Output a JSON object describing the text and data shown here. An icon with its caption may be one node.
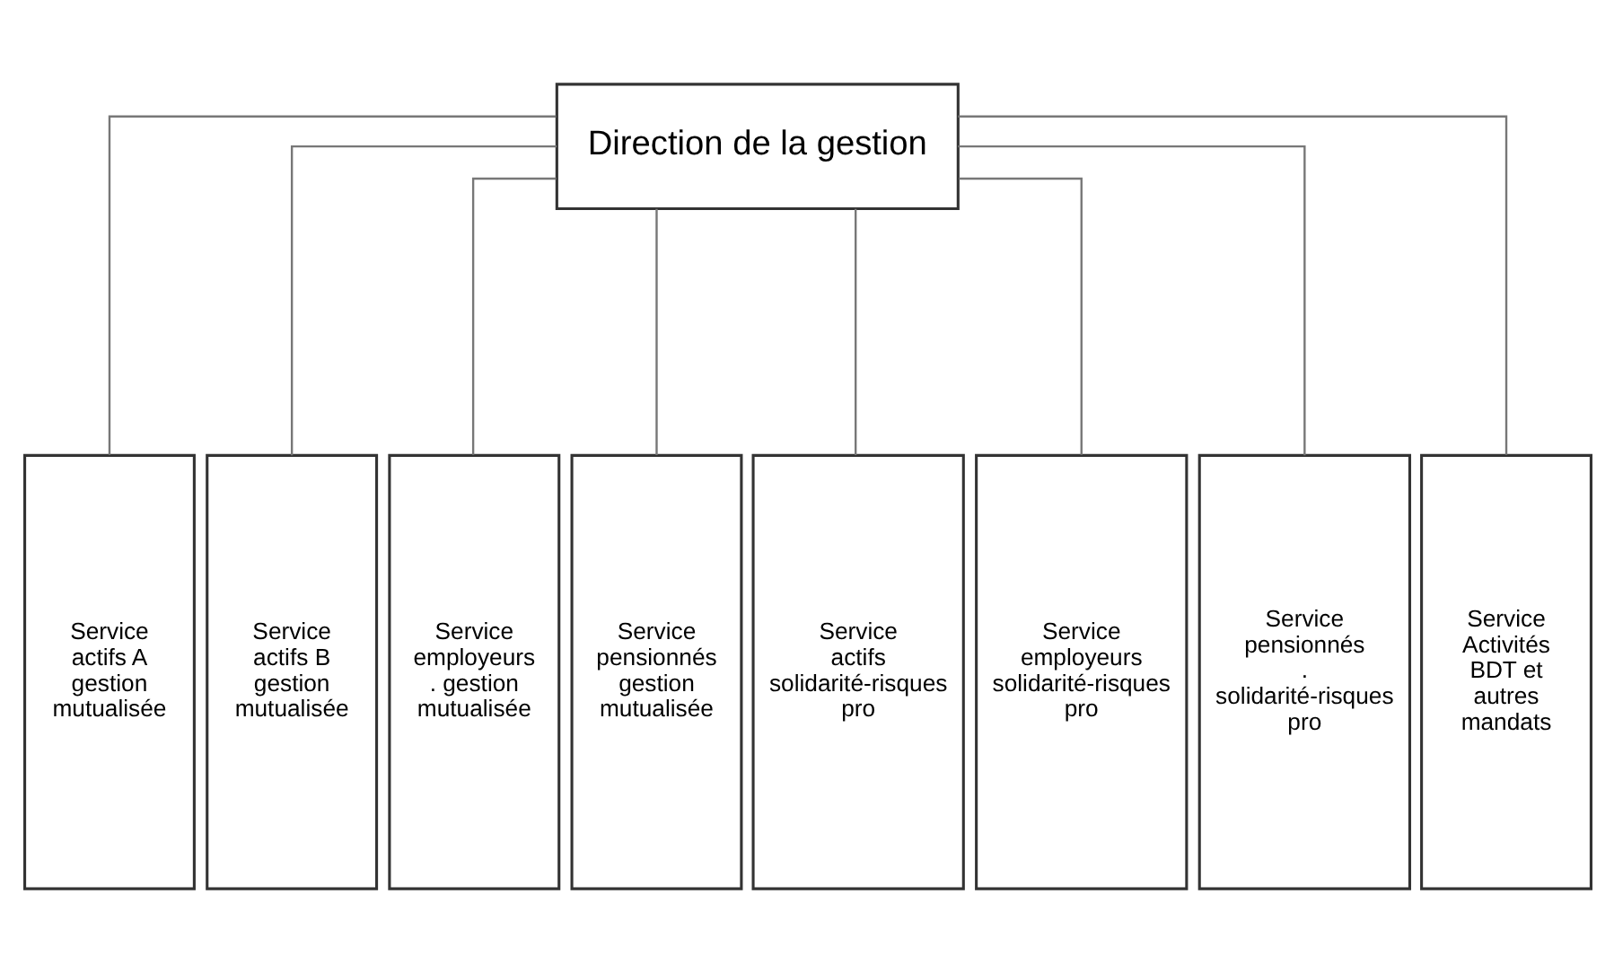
{
  "diagram": {
    "nodes": [
      {
        "text": [
          "Direction de la gestion"
        ]
      },
      {
        "text": [
          "Service actifs A gestion mutualisée"
        ]
      },
      {
        "text": [
          "Service actifs B gestion mutualisée"
        ]
      },
      {
        "text": [
          "Service employeurs . gestion mutualisée"
        ]
      },
      {
        "text": [
          "Service pensionnés gestion mutualisée"
        ]
      },
      {
        "text": [
          "Service actifs solidarité-risques pro"
        ]
      },
      {
        "text": [
          "Service employeurs solidarité-risques pro"
        ]
      },
      {
        "text": [
          "Service pensionnés . solidarité-risques pro"
        ]
      },
      {
        "text": [
          "Service Activités BDT et autres mandats"
        ]
      }
    ],
    "edges": [
      {
        "from": 0,
        "to": 1,
        "arrow": "none"
      },
      {
        "from": 0,
        "to": 2,
        "arrow": "none"
      },
      {
        "from": 0,
        "to": 3,
        "arrow": "none"
      },
      {
        "from": 0,
        "to": 4,
        "arrow": "none"
      },
      {
        "from": 0,
        "to": 5,
        "arrow": "none"
      },
      {
        "from": 0,
        "to": 6,
        "arrow": "none"
      },
      {
        "from": 0,
        "to": 7,
        "arrow": "none"
      },
      {
        "from": 0,
        "to": 8,
        "arrow": "none"
      }
    ]
  }
}
